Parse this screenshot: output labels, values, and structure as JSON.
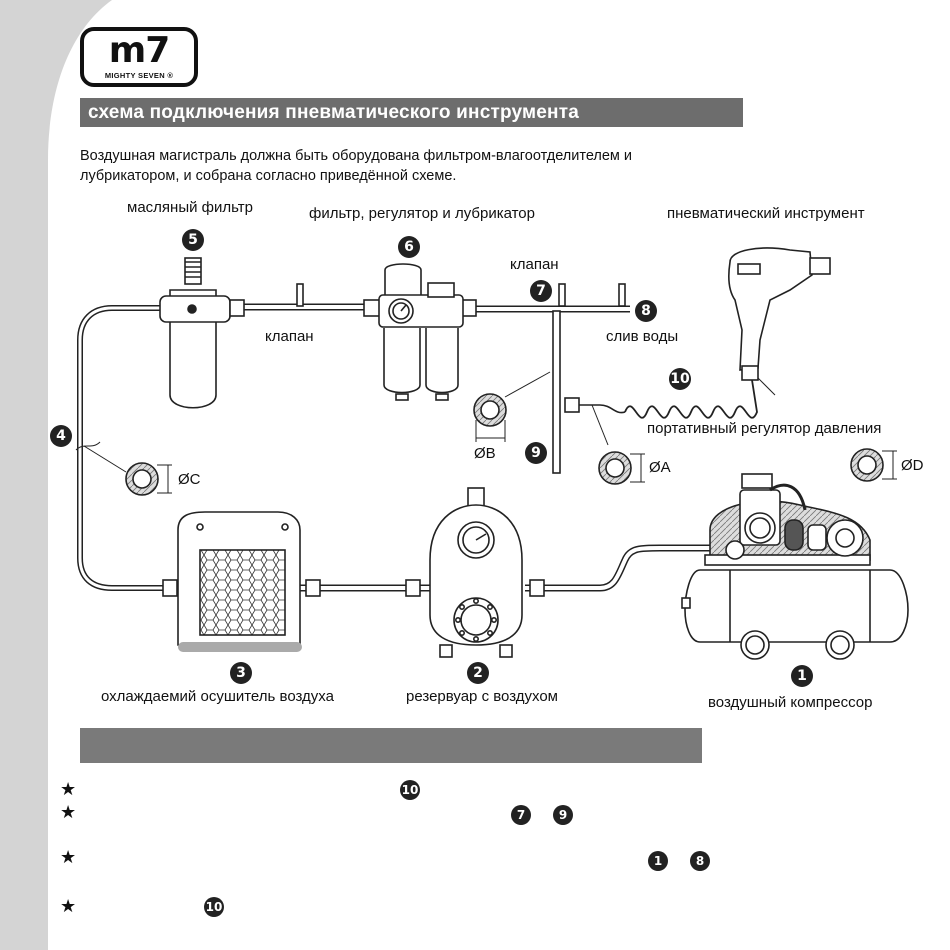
{
  "brand": {
    "logo_mark": "m7",
    "logo_sub": "MIGHTY SEVEN ®"
  },
  "title": "схема подключения пневматического инструмента",
  "intro_line1": "Воздушная магистраль должна быть оборудована фильтром-влагоотделителем и",
  "intro_line2": "лубрикатором, и собрана согласно приведённой схеме.",
  "labels": {
    "oil_filter": "масляный фильтр",
    "frl": "фильтр, регулятор и лубрикатор",
    "air_tool": "пневматический инструмент",
    "valve_top": "клапан",
    "valve_left": "клапан",
    "water_drain": "слив воды",
    "portable_regulator": "портативный регулятор давления",
    "dia_b": "ØB",
    "dia_a": "ØA",
    "dia_c": "ØC",
    "dia_d": "ØD",
    "dryer": "охлаждаемий осушитель воздуха",
    "tank": "резервуар с воздухом",
    "compressor": "воздушный компрессор"
  },
  "numbers": {
    "n1": "1",
    "n2": "2",
    "n3": "3",
    "n4": "4",
    "n5": "5",
    "n6": "6",
    "n7": "7",
    "n8": "8",
    "n9": "9",
    "n10": "10"
  },
  "notes": {
    "star": "★",
    "ref_10a": "10",
    "ref_7": "7",
    "ref_9": "9",
    "ref_1": "1",
    "ref_8": "8",
    "ref_10b": "10"
  },
  "colors": {
    "titlebar": "#6d6d6d",
    "graybar": "#7a7a7a",
    "side_band": "#d4d4d4"
  }
}
